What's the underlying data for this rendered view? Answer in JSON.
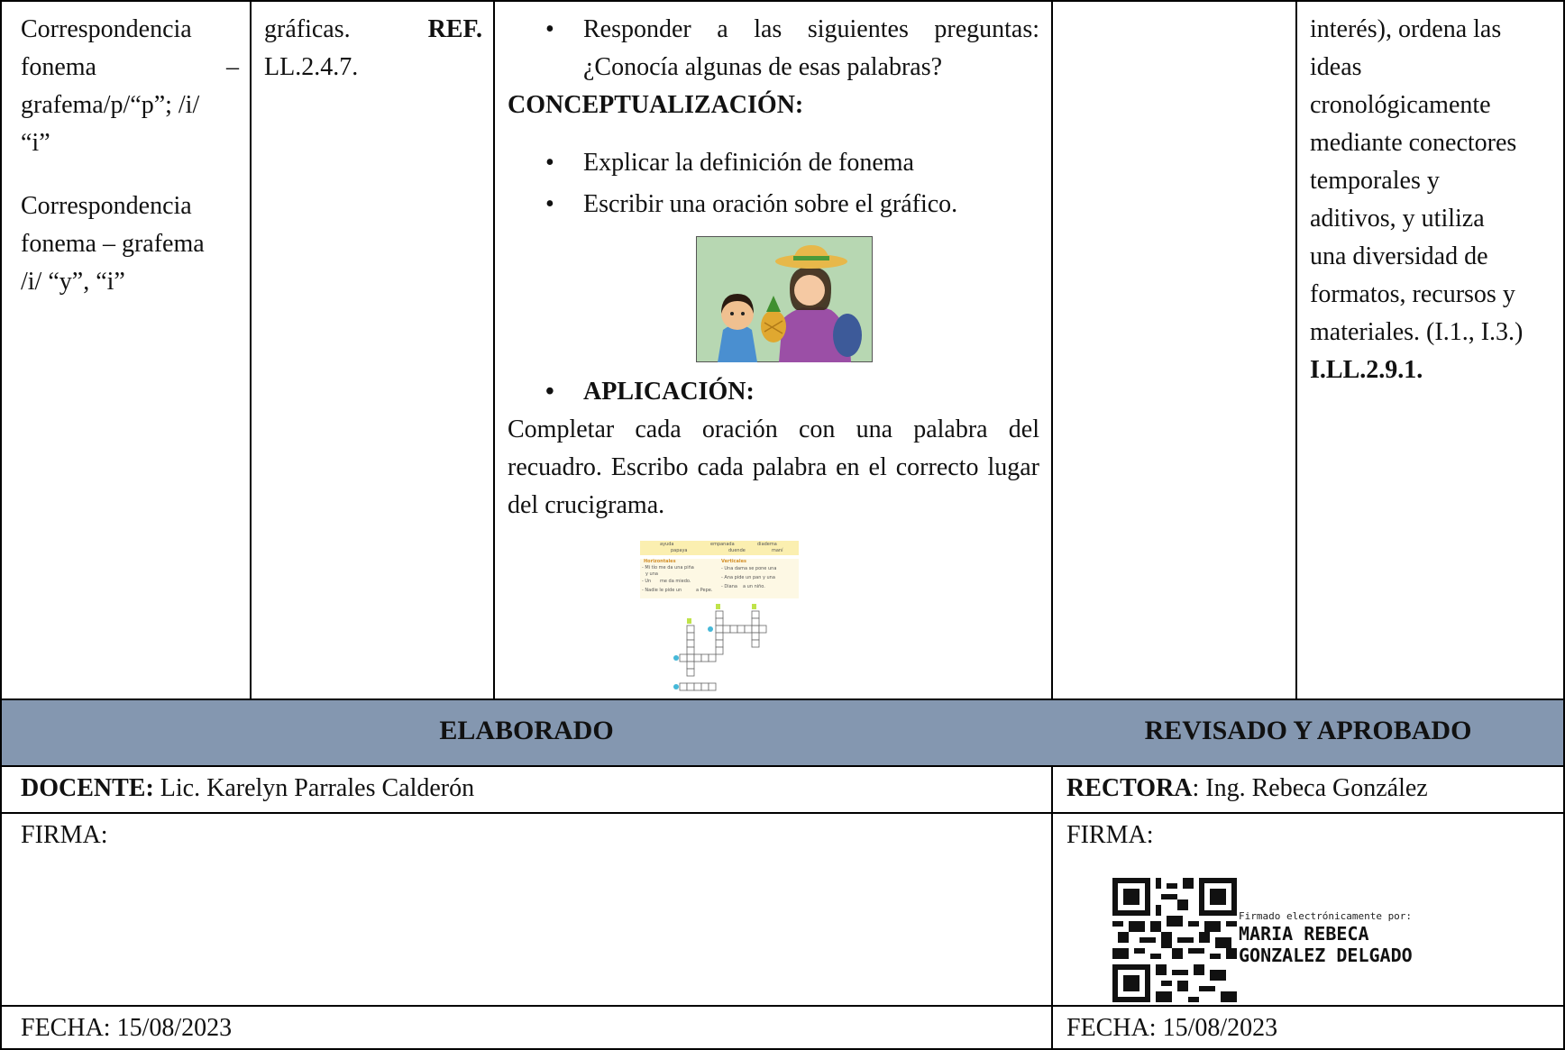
{
  "col1": {
    "line1": "Correspondencia",
    "line2a": "fonema",
    "line2b": "–",
    "line3": "grafema/p/“p”;  /i/",
    "line4": "“i”",
    "line5": "Correspondencia",
    "line6": "fonema – grafema",
    "line7": "/i/ “y”, “i”"
  },
  "col2": {
    "line1a": "gráficas.",
    "line1b": "REF.",
    "line2": "LL.2.4.7."
  },
  "col3": {
    "bullet1": "Responder a las siguientes preguntas: ¿Conocía algunas de esas palabras?",
    "conceptualizacion": "CONCEPTUALIZACIÓN:",
    "bullet2": "Explicar la definición de fonema",
    "bullet3": "Escribir una oración sobre el gráfico.",
    "aplicacion": "APLICACIÓN:",
    "paragraph": "Completar cada oración con una palabra del recuadro. Escribo cada palabra en el correcto lugar del crucigrama.",
    "puzzle": {
      "words": [
        "ayuda",
        "empanada",
        "diadema",
        "papaya",
        "duende",
        "maní"
      ],
      "horizontales_title": "Horizontales",
      "verticales_title": "Verticales",
      "h1": "- Mi tío me da una piña",
      "h1b": "y una",
      "h2": "- Un",
      "h2b": "me da miedo.",
      "h3": "- Nadie le pide un",
      "h3b": "a Pepe.",
      "v1": "- Una dama se pone una",
      "v2": "- Ana pide un pan y una",
      "v3": "- Diana",
      "v3b": "a un niño."
    }
  },
  "col5": {
    "l1": "interés), ordena las",
    "l2": "ideas",
    "l3": "cronológicamente",
    "l4": "mediante conectores",
    "l5": "temporales y",
    "l6": "aditivos, y utiliza",
    "l7": "una diversidad de",
    "l8": "formatos, recursos y",
    "l9": "materiales. (I.1., I.3.)",
    "l10": "I.LL.2.9.1."
  },
  "footer": {
    "elaborado": "ELABORADO",
    "revisado": "REVISADO Y APROBADO",
    "docente_label": "DOCENTE:",
    "docente_name": "Lic. Karelyn Parrales Calderón",
    "rectora_label": "RECTORA",
    "rectora_name": ": Ing. Rebeca González",
    "firma_left": "FIRMA:",
    "firma_right": "FIRMA:",
    "sig_caption": "Firmado electrónicamente por:",
    "sig_name1": "MARIA REBECA",
    "sig_name2": "GONZALEZ DELGADO",
    "fecha_left": "FECHA: 15/08/2023",
    "fecha_right": "FECHA: 15/08/2023"
  },
  "colors": {
    "header_band": "#8497b0",
    "border": "#000000"
  }
}
